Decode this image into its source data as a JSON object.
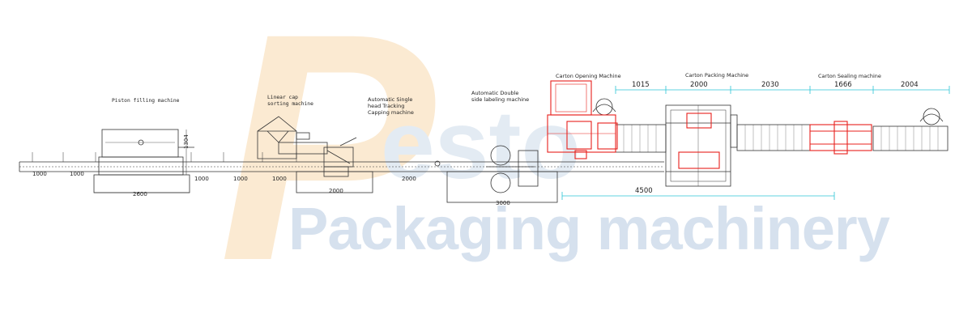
{
  "watermark": {
    "logo_letter": "P",
    "logo_word": "esto",
    "tagline": "Packaging machinery"
  },
  "machines": [
    {
      "id": "piston",
      "label": "Piston filling machine"
    },
    {
      "id": "capsort",
      "label_lines": [
        "Linear cap",
        "sorting machine"
      ]
    },
    {
      "id": "capping",
      "label_lines": [
        "Automatic Single",
        "head Tracking",
        "Capping machine"
      ]
    },
    {
      "id": "labeling",
      "label_lines": [
        "Automatic Double",
        "side labeling machine"
      ]
    },
    {
      "id": "carton_open",
      "label": "Carton Opening Machine"
    },
    {
      "id": "carton_pack",
      "label": "Carton Packing Machine"
    },
    {
      "id": "carton_seal",
      "label": "Carton Sealing machine"
    }
  ],
  "dimensions": {
    "conv_a": "1000",
    "conv_b": "1000",
    "piston_len": "2600",
    "piston_height": "1304",
    "conv_c": "1000",
    "conv_d": "1000",
    "conv_e": "1000",
    "capping_len": "2000",
    "conv_f": "2000",
    "labeling_len": "3000",
    "span_4500": "4500",
    "top_1015": "1015",
    "top_2000": "2000",
    "top_2030": "2030",
    "top_1666": "1666",
    "top_2004": "2004"
  },
  "colors": {
    "line": "#333333",
    "accent_red": "#e8201c",
    "dim_cyan": "#2bc4d6",
    "watermark_orange": "#fbead2",
    "watermark_blue": "#d6e1ee"
  }
}
